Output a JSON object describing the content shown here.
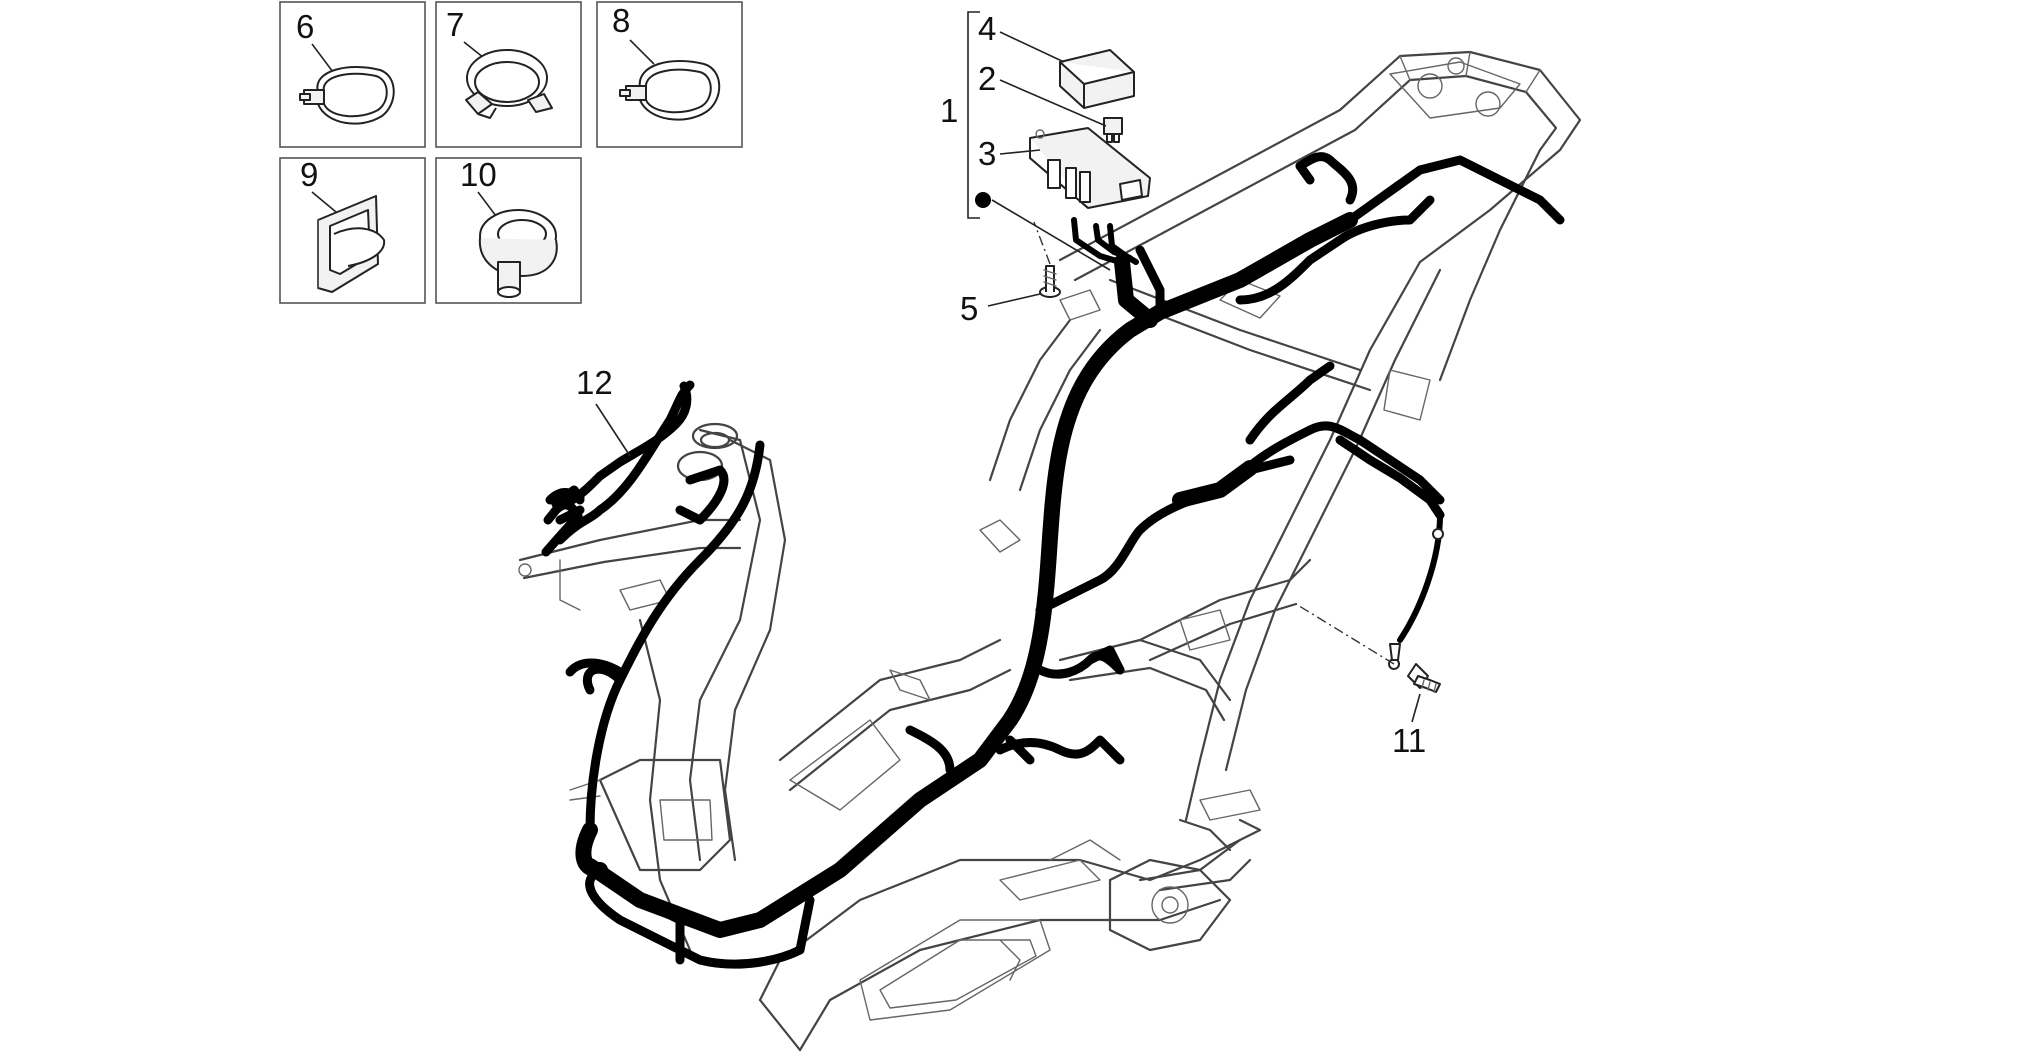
{
  "callouts": {
    "c1": "1",
    "c2": "2",
    "c3": "3",
    "c4": "4",
    "c5": "5",
    "c6": "6",
    "c7": "7",
    "c8": "8",
    "c9": "9",
    "c10": "10",
    "c11": "11",
    "c12": "12"
  },
  "icons": {
    "diagram": "wiring-harness-exploded-view",
    "bullet": "filled-dot-icon"
  },
  "colors": {
    "harness": "#000000",
    "frame_line": "#444444",
    "background": "#ffffff"
  }
}
